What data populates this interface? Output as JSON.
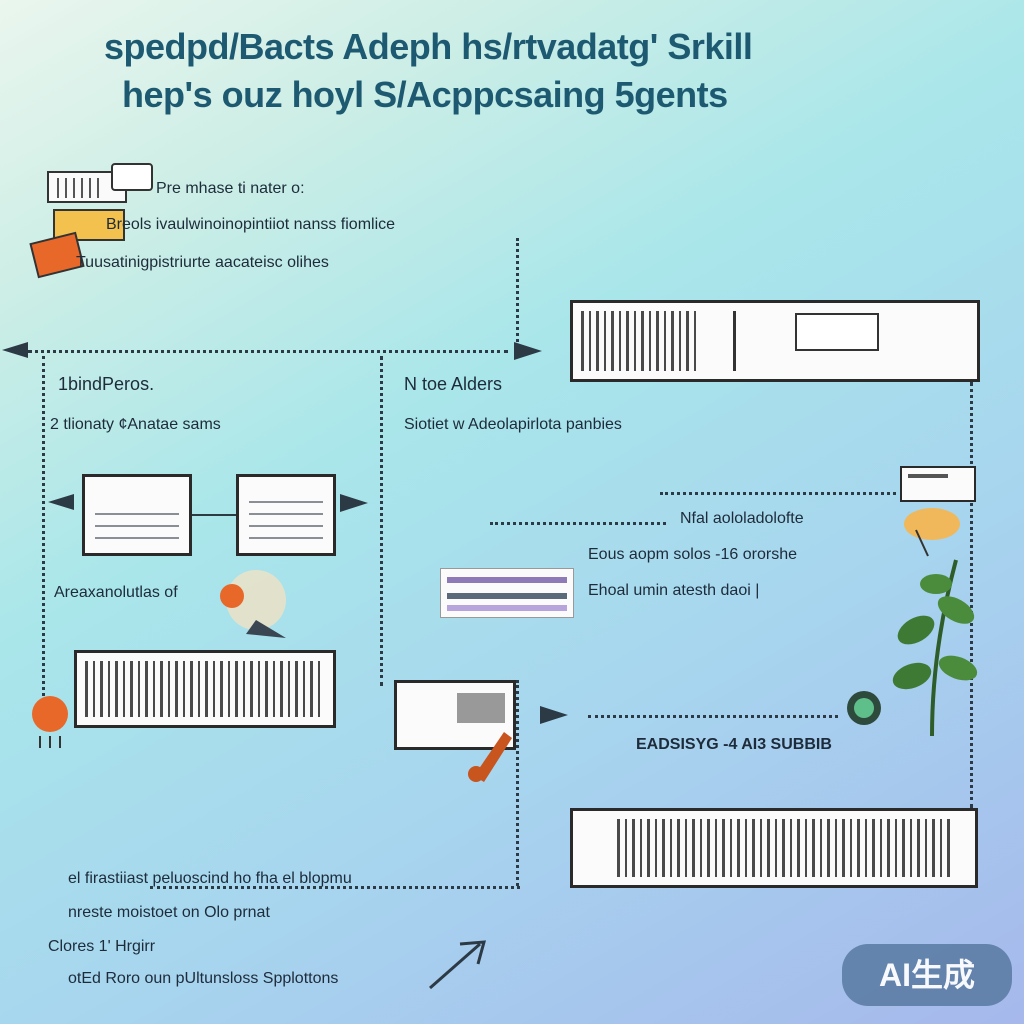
{
  "header": {
    "title_line1": "spedpd/Bacts Adeph hs/rtvadatg' Srkill",
    "title_line2": "hep's ouz hoyl S/Acppcsaing 5gents"
  },
  "top_notes": {
    "line1": "Pre mhase ti nater o:",
    "line2": "Breols ivaulwinoinopintiiot nanss fiomlice",
    "line3": "Tuusatinigpistriurte aacateisc olihes"
  },
  "left_column": {
    "header": "1bindPeros.",
    "subheader": "2 tlionaty ¢Anatae sams",
    "caption": "Areaxanolutlas of"
  },
  "middle_column": {
    "header": "N toe Alders",
    "subheader": "Siotiet w Adeolapirlota panbies"
  },
  "right_column": {
    "item1": "Nfal aololadolofte",
    "item2": "Eous aopm solos -16 ororshe",
    "item3": "Ehoal umin atesth daoi |",
    "badge": "EADSISYG -4 AI3 SUBBIB"
  },
  "bottom_notes": {
    "line1": "el firastiiast  peluoscind  ho  fha  el  blopmu",
    "line2": "nreste moistoet on Olo  prnat",
    "line3": "Clores 1' Hrgirr",
    "line4": "otEd Roro oun pUltunsloss Spplottons"
  },
  "watermark": {
    "label": "AI生成"
  },
  "icons": [
    "document-stack-icon",
    "clipboard-icon",
    "gear-icon",
    "plant-icon",
    "globe-icon",
    "hand-icon"
  ],
  "colors": {
    "title": "#1d5a72",
    "line": "#2c3a46",
    "accent_orange": "#e8682a",
    "badge_bg": "#5e7fa8"
  }
}
